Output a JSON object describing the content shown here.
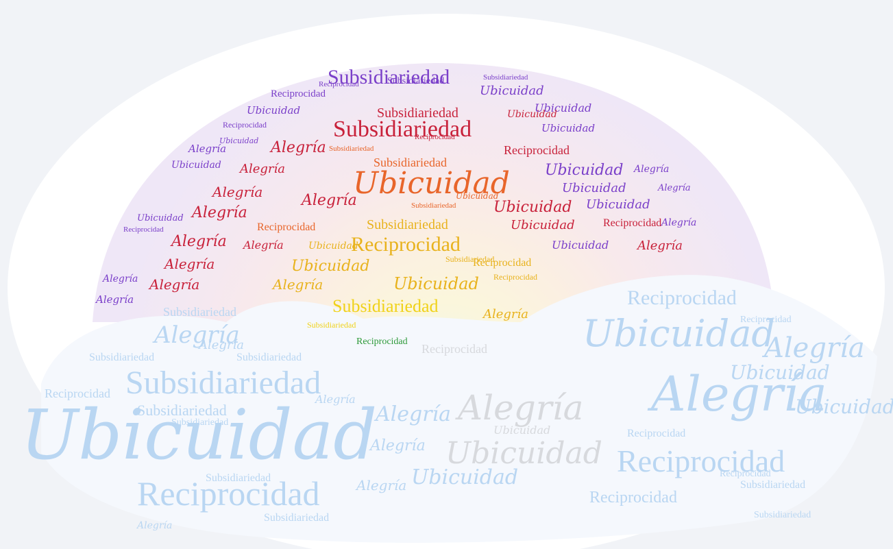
{
  "words": {
    "ubicuidad": "Ubicuidad",
    "alegria": "Alegría",
    "subsidiariedad": "Subsidiariedad",
    "reciprocidad": "Reciprocidad"
  },
  "colors": {
    "purple": "#7a3fc9",
    "red": "#c8213a",
    "orange": "#e8652a",
    "gold": "#e8b21c",
    "yellow": "#f0d21a",
    "green": "#2e9a3a",
    "lightblue": "#b9d6f2",
    "lightgray": "#d7d9dd"
  }
}
